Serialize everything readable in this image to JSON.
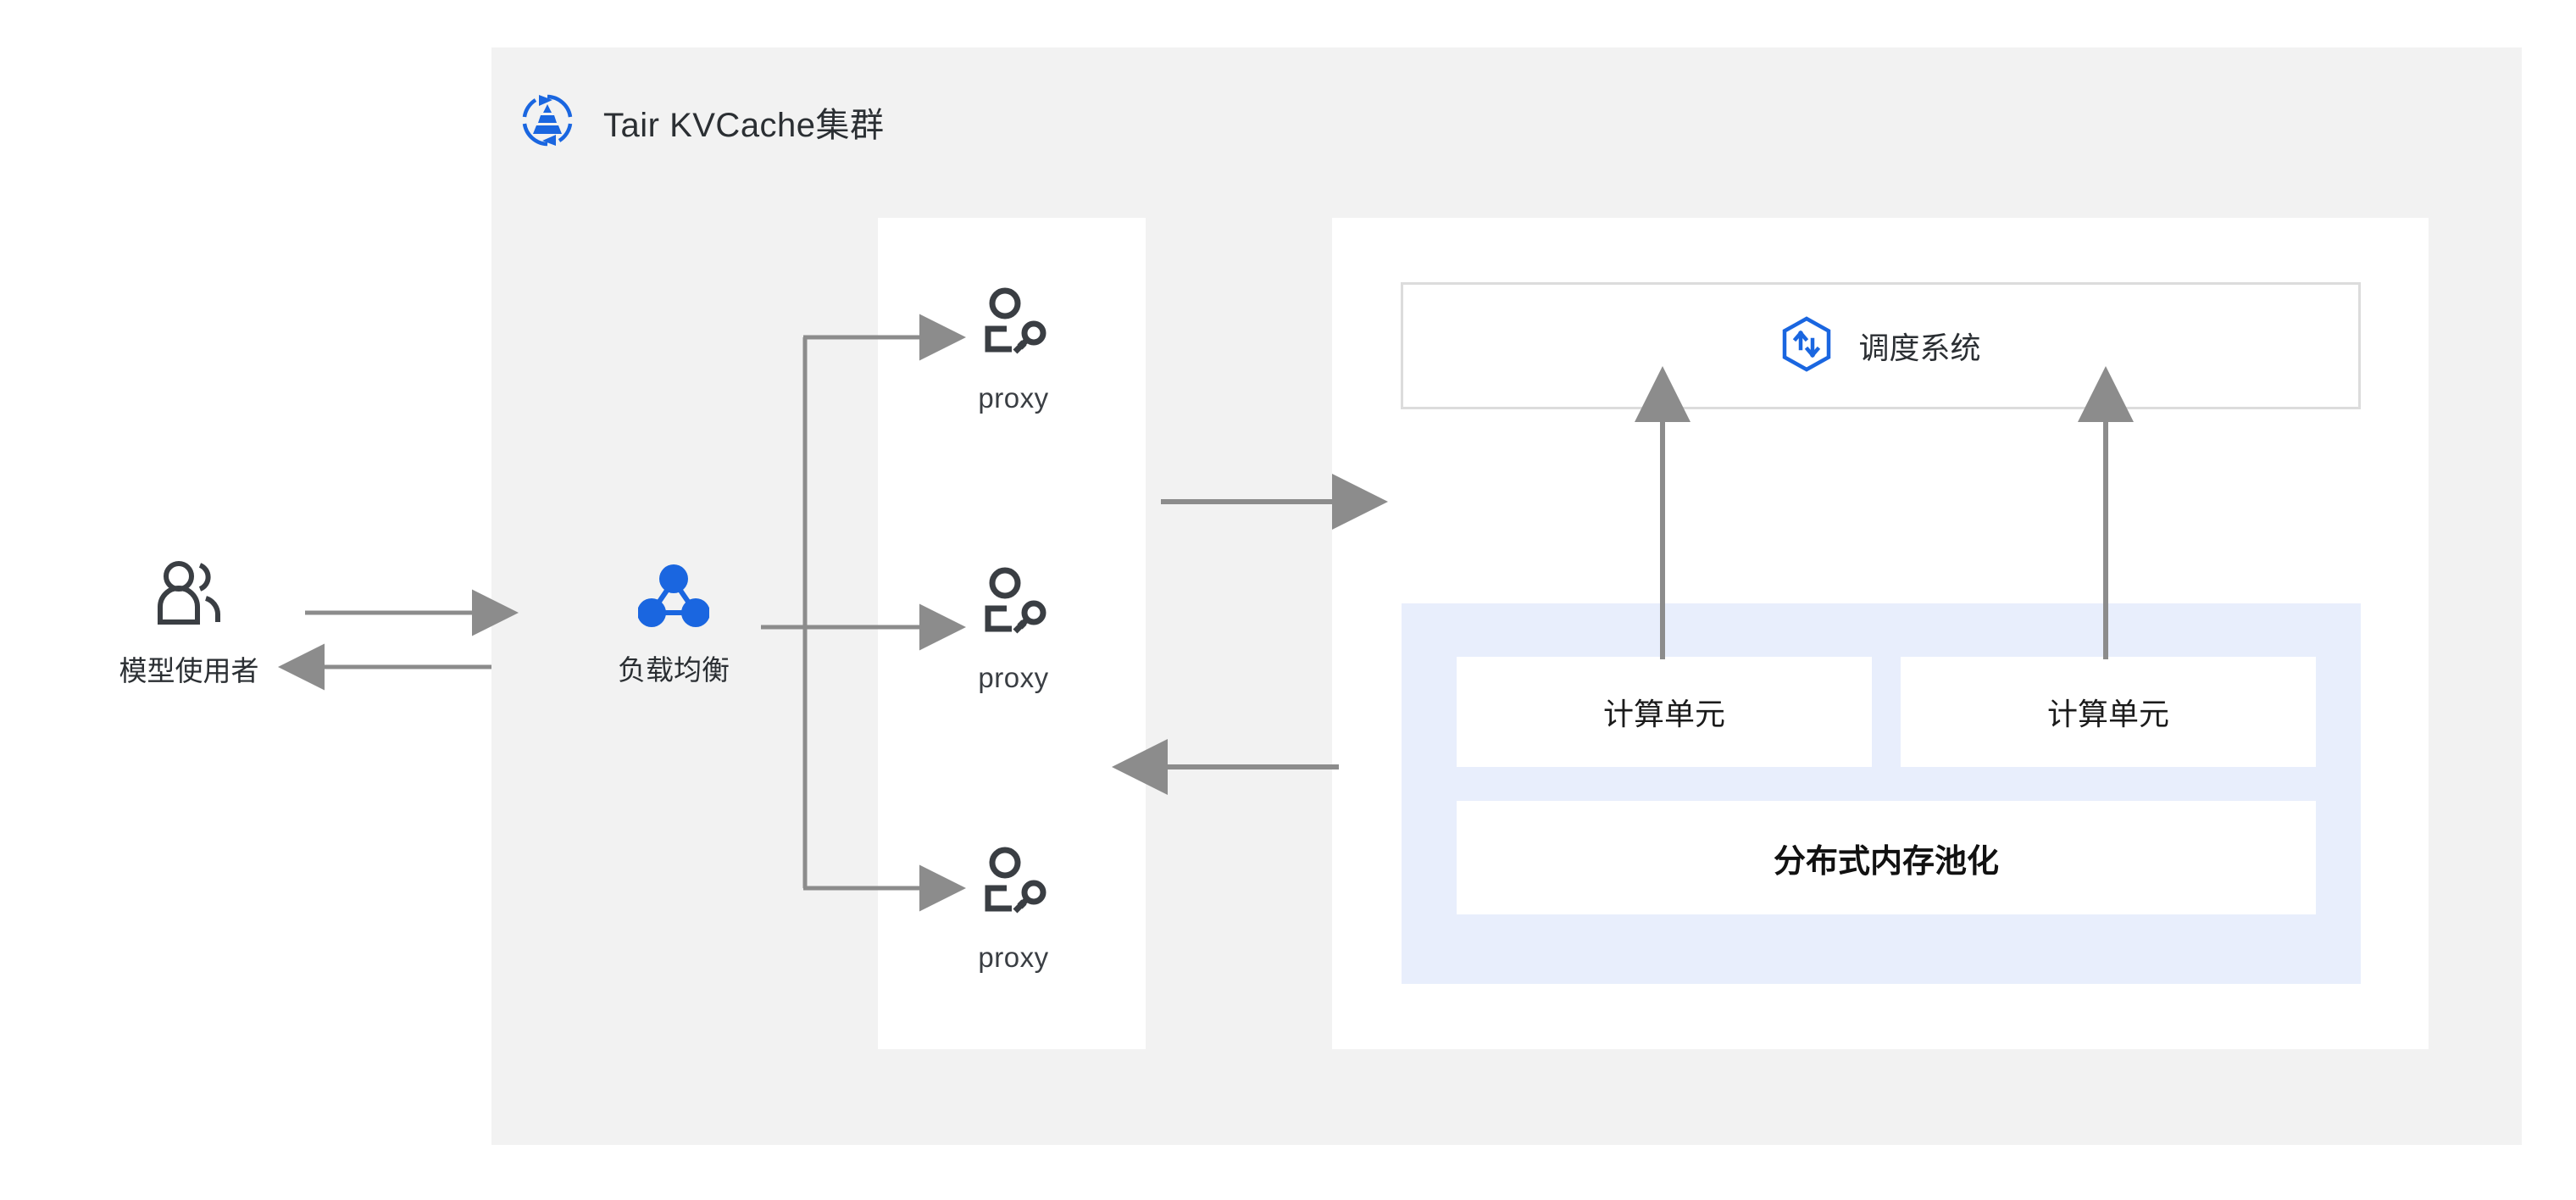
{
  "cluster": {
    "title": "Tair KVCache集群",
    "logo_icon": "tair-pyramid-logo-icon",
    "background_color": "#f2f2f2"
  },
  "left": {
    "user": {
      "label": "模型使用者",
      "icon": "users-icon"
    },
    "load_balancer": {
      "label": "负载均衡",
      "icon": "load-balancer-nodes-icon",
      "accent_color": "#1a66e0"
    }
  },
  "proxy_panel": {
    "nodes": [
      {
        "label": "proxy",
        "icon": "proxy-user-key-icon"
      },
      {
        "label": "proxy",
        "icon": "proxy-user-key-icon"
      },
      {
        "label": "proxy",
        "icon": "proxy-user-key-icon"
      }
    ]
  },
  "right_panel": {
    "scheduler": {
      "label": "调度系统",
      "icon": "scheduler-hexagon-arrows-icon",
      "accent_color": "#1a66e0",
      "border_color": "#dcdcdc"
    },
    "memory_pool_region": {
      "background_color": "#e8eefc",
      "compute_units": [
        {
          "label": "计算单元"
        },
        {
          "label": "计算单元"
        }
      ],
      "pool": {
        "label": "分布式内存池化"
      }
    }
  },
  "edges": {
    "arrow_color": "#8c8c8c",
    "connections": [
      {
        "from": "模型使用者",
        "to": "负载均衡",
        "direction": "right"
      },
      {
        "from": "负载均衡",
        "to": "模型使用者",
        "direction": "left"
      },
      {
        "from": "负载均衡",
        "to": "proxy",
        "direction": "right"
      },
      {
        "from": "proxy",
        "to": "调度系统",
        "direction": "right"
      },
      {
        "from": "计算单元",
        "to": "调度系统",
        "direction": "up"
      },
      {
        "from": "分布式内存池化",
        "to": "proxy",
        "direction": "left"
      }
    ]
  }
}
